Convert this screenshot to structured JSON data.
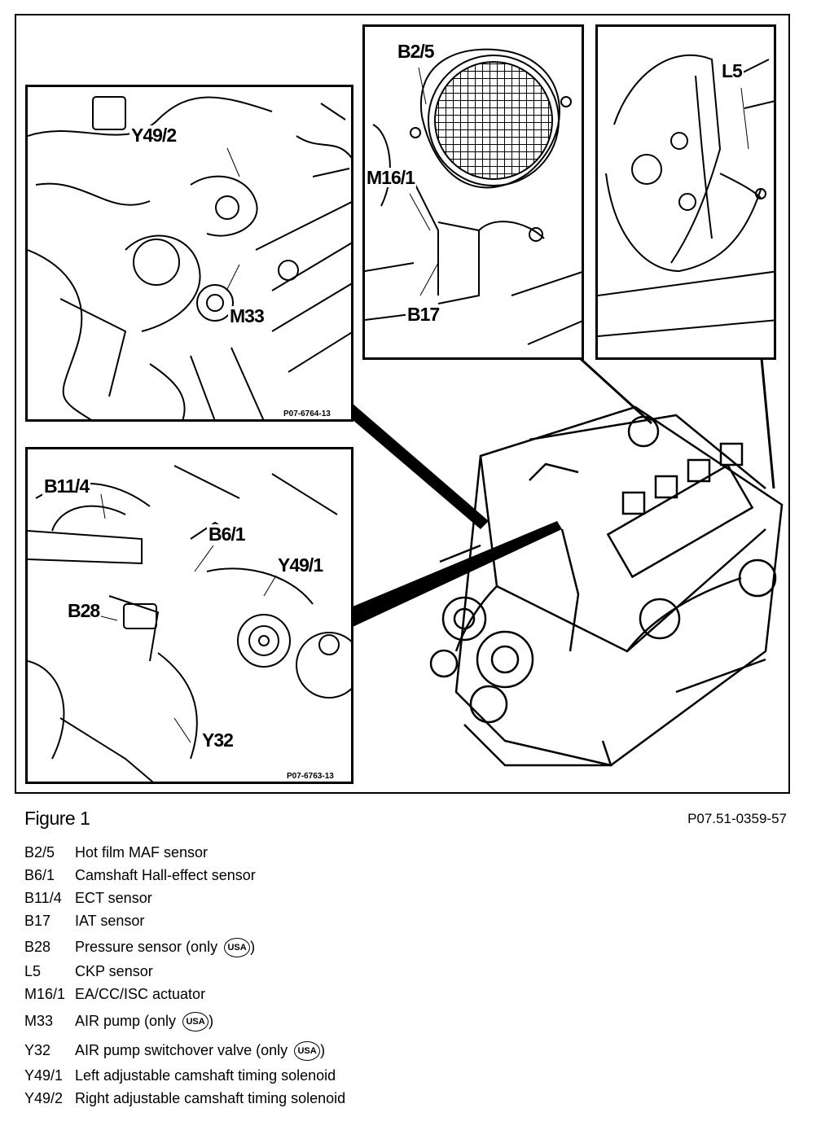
{
  "panels": {
    "top_left": {
      "labels": [
        "Y49/2",
        "M33"
      ],
      "ref": "P07-6764-13"
    },
    "bottom_left": {
      "labels": [
        "B11/4",
        "B6/1",
        "Y49/1",
        "B28",
        "Y32"
      ],
      "ref": "P07-6763-13"
    },
    "top_middle": {
      "labels": [
        "B2/5",
        "M16/1",
        "B17"
      ]
    },
    "top_right": {
      "labels": [
        "L5"
      ]
    }
  },
  "figure": {
    "title": "Figure 1",
    "code": "P07.51-0359-57"
  },
  "usa_badge": "USA",
  "legend": [
    {
      "code": "B2/5",
      "desc": "Hot film MAF sensor",
      "usa": false
    },
    {
      "code": "B6/1",
      "desc": "Camshaft Hall-effect sensor",
      "usa": false
    },
    {
      "code": "B11/4",
      "desc": "ECT sensor",
      "usa": false
    },
    {
      "code": "B17",
      "desc": "IAT sensor",
      "usa": false
    },
    {
      "code": "B28",
      "desc": "Pressure sensor (only ",
      "usa": true
    },
    {
      "code": "L5",
      "desc": "CKP sensor",
      "usa": false
    },
    {
      "code": "M16/1",
      "desc": "EA/CC/ISC actuator",
      "usa": false
    },
    {
      "code": "M33",
      "desc": "AIR pump (only ",
      "usa": true
    },
    {
      "code": "Y32",
      "desc": "AIR pump switchover valve (only ",
      "usa": true
    },
    {
      "code": "Y49/1",
      "desc": "Left adjustable camshaft timing solenoid",
      "usa": false
    },
    {
      "code": "Y49/2",
      "desc": "Right adjustable camshaft timing solenoid",
      "usa": false
    }
  ]
}
